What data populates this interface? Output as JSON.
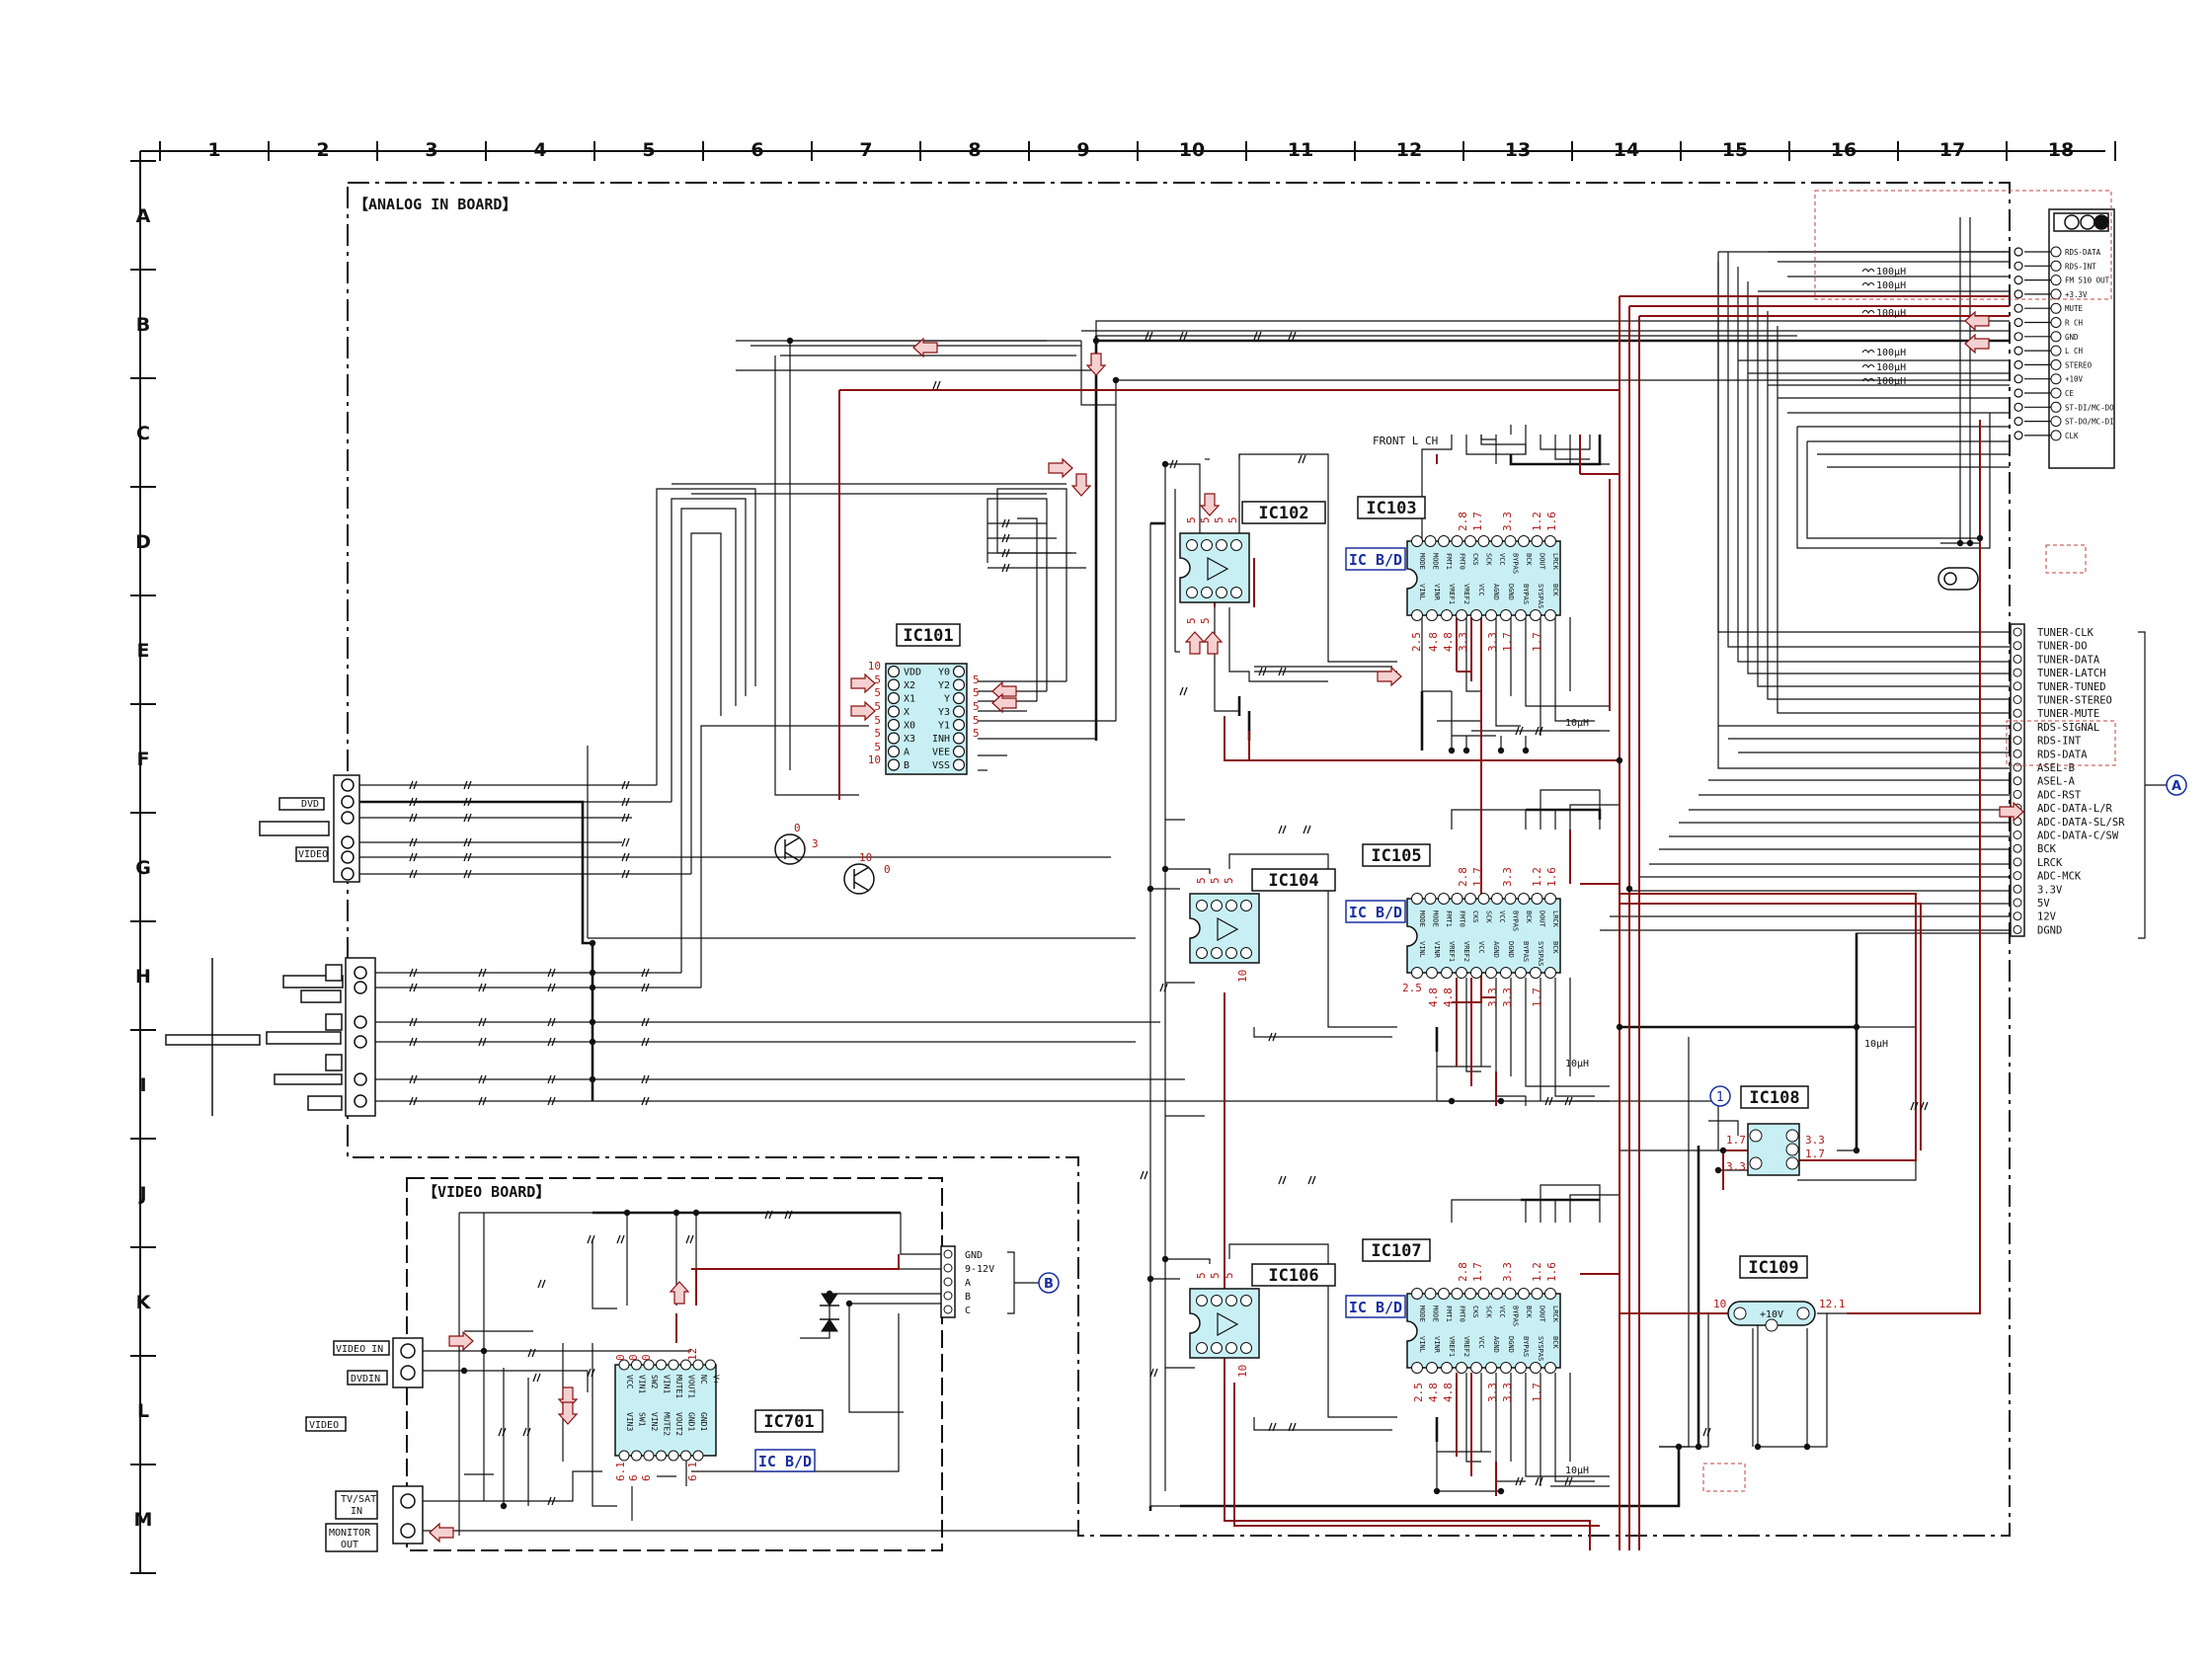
{
  "grid": {
    "columns": [
      "1",
      "2",
      "3",
      "4",
      "5",
      "6",
      "7",
      "8",
      "9",
      "10",
      "11",
      "12",
      "13",
      "14",
      "15",
      "16",
      "17",
      "18"
    ],
    "rows": [
      "A",
      "B",
      "C",
      "D",
      "E",
      "F",
      "G",
      "H",
      "I",
      "J",
      "K",
      "L",
      "M"
    ]
  },
  "boards": {
    "analog_in": "【ANALOG IN BOARD】",
    "video": "【VIDEO BOARD】"
  },
  "ics": {
    "ic101": "IC101",
    "ic102": "IC102",
    "ic103": "IC103",
    "ic104": "IC104",
    "ic105": "IC105",
    "ic106": "IC106",
    "ic107": "IC107",
    "ic108": "IC108",
    "ic109": "IC109",
    "ic701": "IC701"
  },
  "ic_bd_label": "IC B/D",
  "front_label": "FRONT L CH",
  "left_labels": {
    "dvd": "DVD",
    "video": "VIDEO",
    "video_in": "VIDEO IN",
    "dvd_in": "DVDIN",
    "video_board": "VIDEO",
    "tv_sat_1": "TV/SAT",
    "tv_sat_2": "IN",
    "monitor_1": "MONITOR",
    "monitor_2": "OUT"
  },
  "connector_a": {
    "marker": "A",
    "pins": [
      "TUNER-CLK",
      "TUNER-DO",
      "TUNER-DATA",
      "TUNER-LATCH",
      "TUNER-TUNED",
      "TUNER-STEREO",
      "TUNER-MUTE",
      "RDS-SIGNAL",
      "RDS-INT",
      "RDS-DATA",
      "ASEL-B",
      "ASEL-A",
      "ADC-RST",
      "ADC-DATA-L/R",
      "ADC-DATA-SL/SR",
      "ADC-DATA-C/SW",
      "BCK",
      "LRCK",
      "ADC-MCK",
      "3.3V",
      "5V",
      "12V",
      "DGND"
    ]
  },
  "connector_b": {
    "marker": "B",
    "pins": [
      "GND",
      "9-12V",
      "A",
      "B",
      "C"
    ]
  },
  "tuner_pins": [
    "RDS-DATA",
    "RDS-INT",
    "FM 510 OUT",
    "+3.3V",
    "MUTE",
    "R CH",
    "GND",
    "L CH",
    "STEREO",
    "+10V",
    "CE",
    "ST-DI/MC-DO",
    "ST-DO/MC-DI",
    "CLK"
  ],
  "inductors": [
    "100μH",
    "100μH",
    "100μH",
    "100μH",
    "100μH",
    "100μH",
    "10μH",
    "10μH",
    "10μH",
    "10μH"
  ],
  "ic108_marker": "1",
  "ic109_label": "+10V",
  "ic101_pins_left": [
    "VDD",
    "X2",
    "X1",
    "X",
    "X0",
    "X3",
    "A",
    "B"
  ],
  "ic101_pins_right": [
    "Y0",
    "Y2",
    "Y",
    "Y3",
    "Y1",
    "INH",
    "VEE",
    "VSS"
  ],
  "ic103_pins_top": [
    "MODE",
    "MODE",
    "FMT1",
    "FMT0",
    "CKS",
    "SCK",
    "VCC",
    "BYPAS",
    "BCK",
    "DOUT",
    "LRCK"
  ],
  "ic103_pins_bot": [
    "VINL",
    "VINR",
    "VREF1",
    "VREF2",
    "VCC",
    "AGND",
    "DGND",
    "BYPAS",
    "SYSPAS",
    "BCK"
  ],
  "ic701_pins_top": [
    "VCC",
    "VIN1",
    "SW2",
    "VIN1",
    "MUTE1",
    "VOUT1",
    "NC",
    "V+"
  ],
  "ic701_pins_bot": [
    "VIN3",
    "SW1",
    "VIN2",
    "MUTE2",
    "VOUT2",
    "GND1",
    "GND1"
  ],
  "voltages": {
    "ic101": [
      "10",
      "5",
      "5",
      "5",
      "5",
      "5",
      "5",
      "10"
    ],
    "ic101_right": [
      "5",
      "5",
      "5",
      "5",
      "5"
    ],
    "tr1": [
      "0",
      "3"
    ],
    "tr2": [
      "10",
      "0"
    ],
    "ic102": [
      "5",
      "5",
      "5",
      "5",
      "5",
      "5"
    ],
    "ic103_top": [
      "2.8",
      "1.7",
      "3.3",
      "1.2",
      "1.6"
    ],
    "ic103_bot": [
      "2.5",
      "4.8",
      "4.8",
      "3.3",
      "3.3",
      "1.7",
      "1.7"
    ],
    "ic105_top": [
      "2.8",
      "1.7",
      "3.3",
      "1.2",
      "1.6"
    ],
    "ic105_bot": [
      "2.5",
      "4.8",
      "4.8",
      "3.3",
      "3.3",
      "1.7"
    ],
    "ic104": [
      "5",
      "5",
      "5",
      "10"
    ],
    "ic107_top": [
      "2.8",
      "1.7",
      "3.3",
      "1.2",
      "1.6"
    ],
    "ic107_bot": [
      "2.5",
      "4.8",
      "4.8",
      "3.3",
      "3.3",
      "1.7"
    ],
    "ic106": [
      "5",
      "5",
      "5",
      "10"
    ],
    "ic108": [
      "1.7",
      "3.3",
      "3.3",
      "1.7"
    ],
    "ic109": [
      "10",
      "12.1"
    ],
    "ic701": [
      "0",
      "0",
      "0",
      "6.1",
      "12",
      "6.1",
      "6",
      "6"
    ]
  },
  "colors": {
    "wire": "#111111",
    "signal_red": "#8a1010",
    "ic_fill": "#c8f0f4",
    "blue_label": "#1a2fa0",
    "arrow_fill": "#f4d0d0"
  }
}
